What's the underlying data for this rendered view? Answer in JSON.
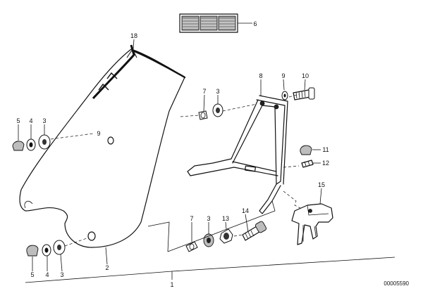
{
  "callouts": {
    "windshield": "18",
    "grille": "6",
    "bracket": "8",
    "washer_top": "9",
    "bolt_top": "10",
    "nut_small": "7",
    "washer_3_top": "3",
    "cap_nut_left": "5",
    "washer_left": "4",
    "washer_3_left": "3",
    "screw_left_ref": "9",
    "cap_nut_right": "11",
    "clip_right": "12",
    "mount_right": "15",
    "bolt_bottom": "14",
    "grommet": "13",
    "washer_3_bottom": "3",
    "nut_small_bottom": "7",
    "cap_nut_bottom": "5",
    "washer_bottom": "4",
    "washer_3_bottom_left": "3",
    "windshield_panel": "2",
    "assembly": "1"
  },
  "reference_number": "00005590"
}
